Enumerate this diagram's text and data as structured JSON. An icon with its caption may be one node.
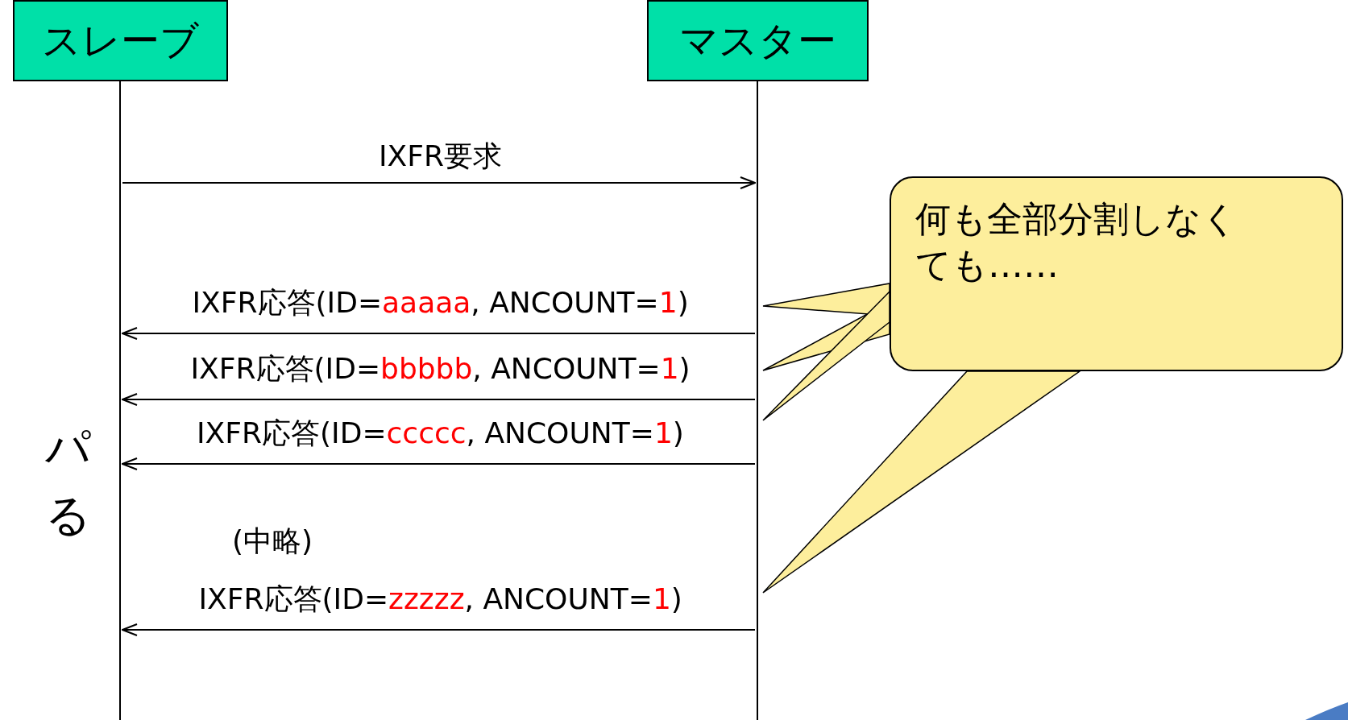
{
  "diagram": {
    "nodes": [
      {
        "text": [
          "スレーブ"
        ]
      },
      {
        "text": [
          "マスター"
        ]
      },
      {
        "text": [
          "何も全部分割しなくても……"
        ]
      }
    ],
    "edges": [
      {
        "from": 0,
        "to": 1,
        "arrow": "to",
        "label": "IXFR要求"
      },
      {
        "from": 1,
        "to": 0,
        "arrow": "to",
        "label": "IXFR応答(ID=**aaaaa**, ANCOUNT=**1**)"
      },
      {
        "from": 1,
        "to": 0,
        "arrow": "to",
        "label": "IXFR応答(ID=**bbbbb**, ANCOUNT=**1**)"
      },
      {
        "from": 1,
        "to": 0,
        "arrow": "to",
        "label": "IXFR応答(ID=**ccccc**, ANCOUNT=**1**)"
      },
      {
        "from": 1,
        "to": 0,
        "arrow": "to",
        "label": "IXFR応答(ID=**zzzzz**, ANCOUNT=**1**)"
      }
    ],
    "labels": [
      "パ",
      "る",
      "(中略)"
    ]
  }
}
